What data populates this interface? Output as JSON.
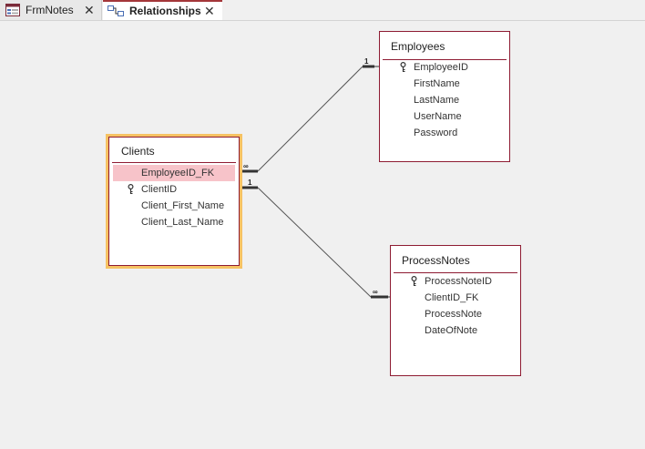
{
  "tabs": [
    {
      "label": "FrmNotes",
      "icon": "form-icon",
      "active": false
    },
    {
      "label": "Relationships",
      "icon": "relationships-icon",
      "active": true
    }
  ],
  "tables": {
    "employees": {
      "title": "Employees",
      "fields": [
        {
          "name": "EmployeeID",
          "key": true
        },
        {
          "name": "FirstName",
          "key": false
        },
        {
          "name": "LastName",
          "key": false
        },
        {
          "name": "UserName",
          "key": false
        },
        {
          "name": "Password",
          "key": false
        }
      ]
    },
    "clients": {
      "title": "Clients",
      "selected": true,
      "fields": [
        {
          "name": "EmployeeID_FK",
          "key": false,
          "highlighted": true
        },
        {
          "name": "ClientID",
          "key": true
        },
        {
          "name": "Client_First_Name",
          "key": false
        },
        {
          "name": "Client_Last_Name",
          "key": false
        }
      ]
    },
    "processnotes": {
      "title": "ProcessNotes",
      "fields": [
        {
          "name": "ProcessNoteID",
          "key": true
        },
        {
          "name": "ClientID_FK",
          "key": false
        },
        {
          "name": "ProcessNote",
          "key": false
        },
        {
          "name": "DateOfNote",
          "key": false
        }
      ]
    }
  },
  "relationships": [
    {
      "from": "Employees.EmployeeID",
      "to": "Clients.EmployeeID_FK",
      "one_label": "1",
      "many_label": "∞"
    },
    {
      "from": "Clients.ClientID",
      "to": "ProcessNotes.ClientID_FK",
      "one_label": "1",
      "many_label": "∞"
    }
  ],
  "colors": {
    "table_border": "#8e1b32",
    "selected_border": "#f6c263",
    "highlight_row": "#f7c3c9",
    "active_tab_accent": "#a4373a"
  }
}
